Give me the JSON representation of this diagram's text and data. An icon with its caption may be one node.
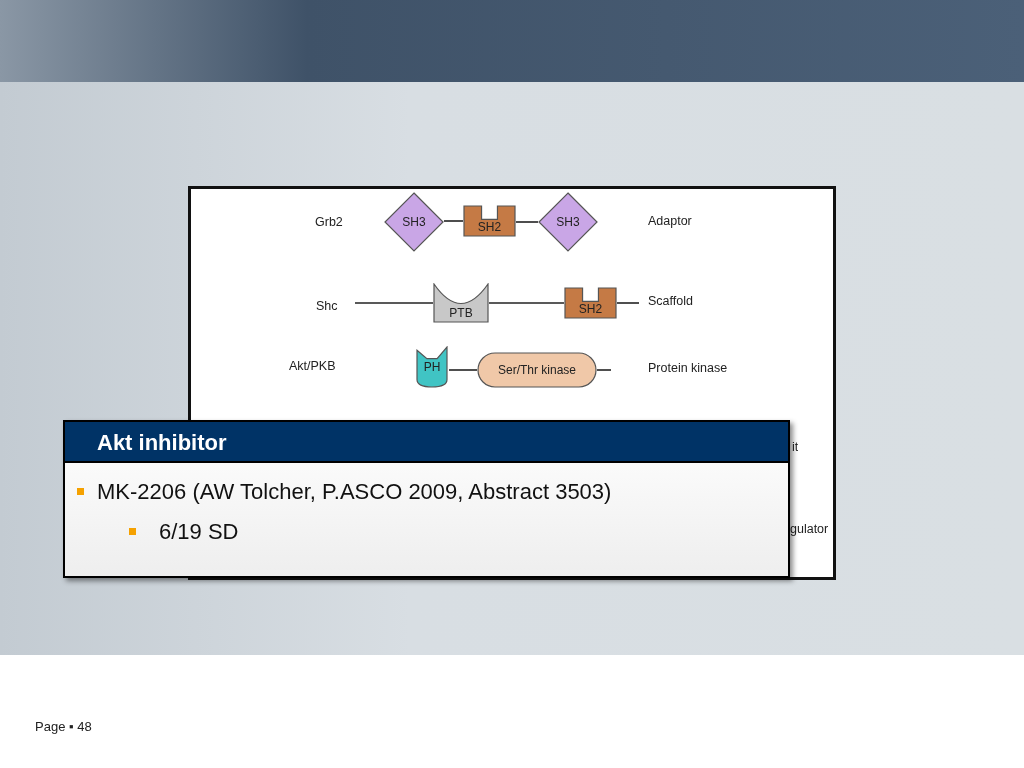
{
  "diagram": {
    "nodes": [
      {
        "text": [
          "SH3"
        ]
      },
      {
        "text": [
          "SH2"
        ]
      },
      {
        "text": [
          "SH3"
        ]
      },
      {
        "text": [
          "PTB"
        ]
      },
      {
        "text": [
          "SH2"
        ]
      },
      {
        "text": [
          "PH"
        ]
      },
      {
        "text": [
          "Ser/Thr kinase"
        ]
      },
      {
        "text": [
          "Akt inhibitor",
          "MK-2206 (AW Tolcher, P.ASCO 2009, Abstract 3503)",
          "6/19 SD"
        ]
      }
    ],
    "edges": [
      {
        "from": 0,
        "to": 1,
        "arrow": "none"
      },
      {
        "from": 1,
        "to": 2,
        "arrow": "none"
      },
      {
        "from": null,
        "to": 3,
        "arrow": "none"
      },
      {
        "from": 3,
        "to": 4,
        "arrow": "none"
      },
      {
        "from": 4,
        "to": null,
        "arrow": "none"
      },
      {
        "from": 5,
        "to": 6,
        "arrow": "none"
      },
      {
        "from": 6,
        "to": null,
        "arrow": "none"
      }
    ],
    "labels": [
      "Grb2",
      "Adaptor",
      "Shc",
      "Scaffold",
      "Akt/PKB",
      "Protein kinase",
      "it",
      "gulator",
      "Page ▪ 48"
    ]
  }
}
